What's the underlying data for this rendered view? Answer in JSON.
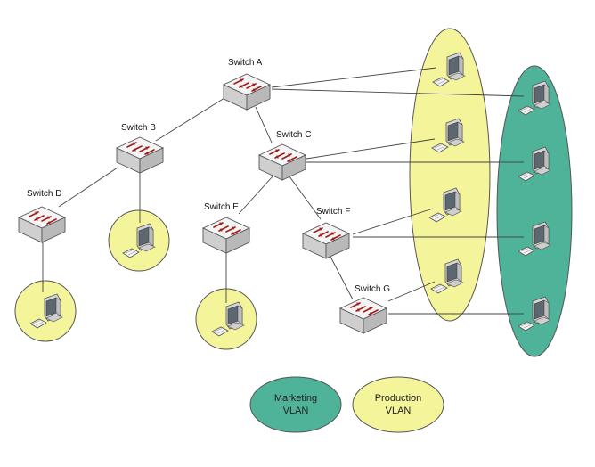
{
  "colors": {
    "marketing": "#4fb39a",
    "production": "#f4f49a",
    "link": "#444444",
    "switch_top": "#f4f4f4",
    "switch_side": "#c9c9c9",
    "switch_arrow": "#a31a1a"
  },
  "switches": [
    {
      "id": "a",
      "label": "Switch A"
    },
    {
      "id": "b",
      "label": "Switch B"
    },
    {
      "id": "c",
      "label": "Switch C"
    },
    {
      "id": "d",
      "label": "Switch D"
    },
    {
      "id": "e",
      "label": "Switch E"
    },
    {
      "id": "f",
      "label": "Switch F"
    },
    {
      "id": "g",
      "label": "Switch G"
    }
  ],
  "legend": {
    "marketing": {
      "line1": "Marketing",
      "line2": "VLAN"
    },
    "production": {
      "line1": "Production",
      "line2": "VLAN"
    }
  },
  "icons": {
    "switch": "network-switch-icon",
    "computer": "desktop-computer-icon"
  }
}
